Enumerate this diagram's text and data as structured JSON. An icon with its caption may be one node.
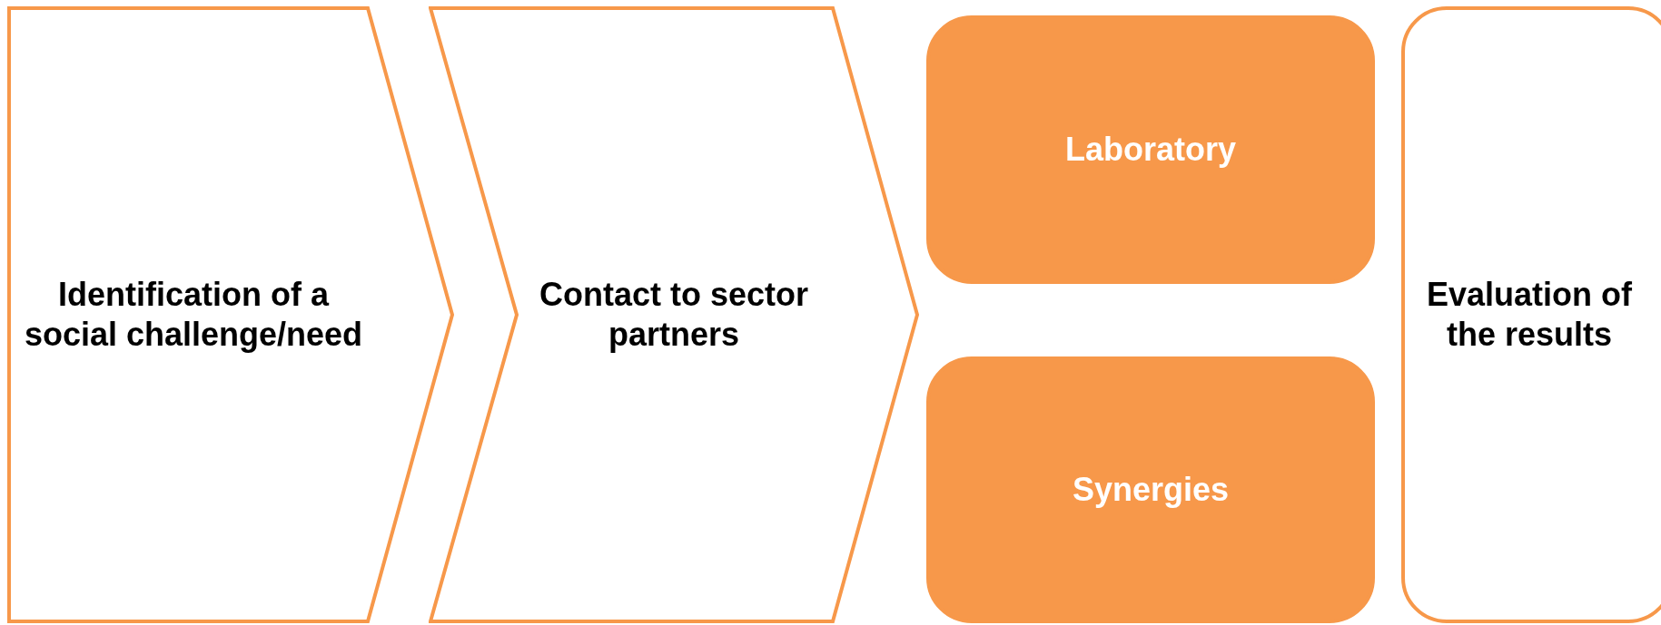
{
  "diagram": {
    "nodes": [
      {
        "text": [
          "Identification of a social challenge/need"
        ]
      },
      {
        "text": [
          "Contact to sector partners"
        ]
      },
      {
        "text": [
          "Laboratory"
        ]
      },
      {
        "text": [
          "Synergies"
        ]
      },
      {
        "text": [
          "Evaluation of the results"
        ]
      }
    ]
  }
}
